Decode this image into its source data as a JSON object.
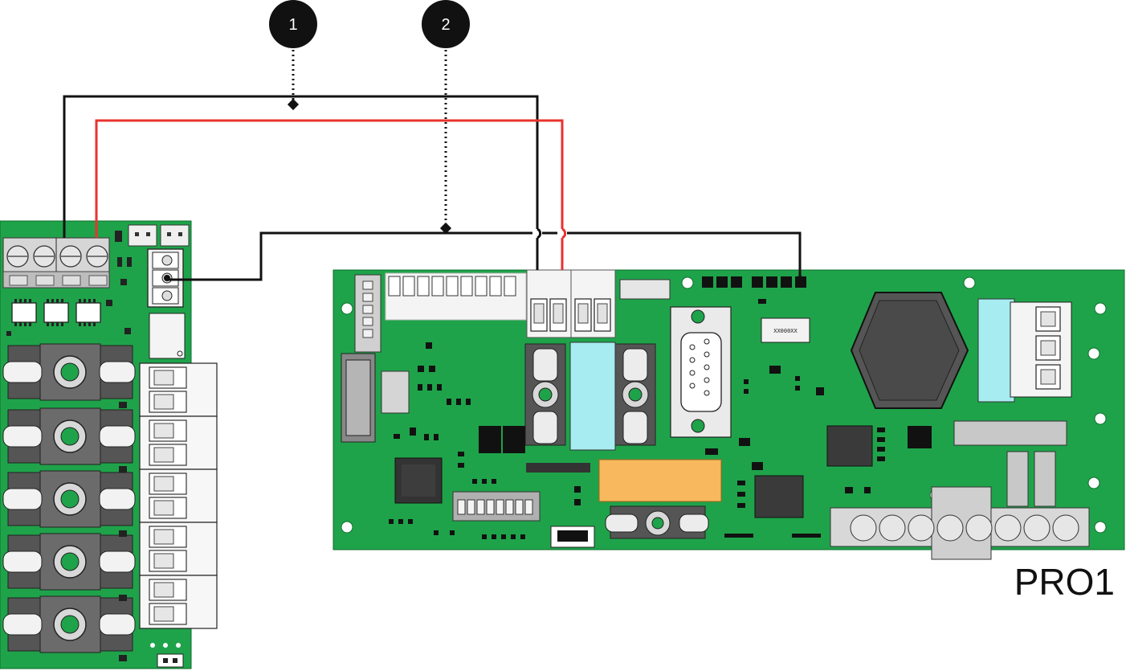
{
  "callouts": [
    {
      "number": "1"
    },
    {
      "number": "2"
    }
  ],
  "boards": {
    "main_board_label": "PRO1",
    "ic_marking": "XX000XX"
  },
  "colors": {
    "pcb_green": "#1fa34a",
    "wire_black": "#111111",
    "wire_red": "#e8332f",
    "callout_fill": "#111111",
    "relay_cyan": "#a6ecf0",
    "relay_orange": "#f7b85e"
  }
}
